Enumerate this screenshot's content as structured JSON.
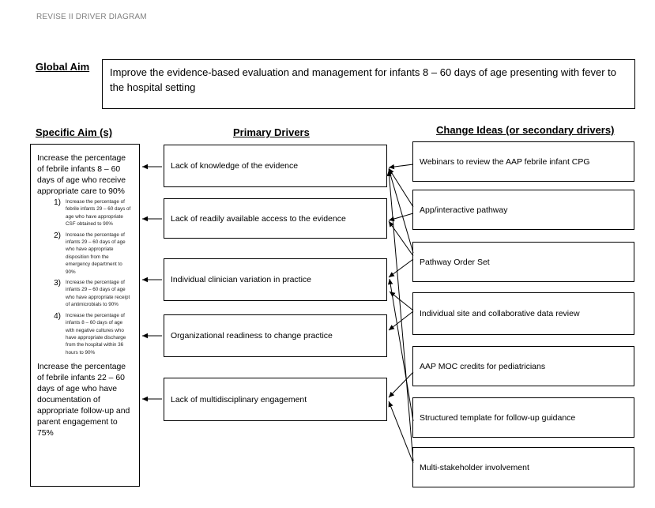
{
  "header": {
    "label": "REVISE II DRIVER DIAGRAM"
  },
  "global_aim": {
    "heading": "Global Aim",
    "text": "Improve the evidence-based evaluation and management for infants 8 – 60 days of age presenting with fever to the hospital setting"
  },
  "specific_aims": {
    "heading": "Specific Aim (s)",
    "main_aim": "Increase the percentage of febrile infants 8 – 60 days of age who receive appropriate care to 90%",
    "sub_aims": [
      {
        "num": "1)",
        "text": "Increase the percentage of febrile infants 29 – 60 days of age who have appropriate CSF obtained to 90%"
      },
      {
        "num": "2)",
        "text": "Increase the percentage of infants 29 – 60 days of age who have appropriate disposition from the emergency department to 90%"
      },
      {
        "num": "3)",
        "text": "Increase the percentage of infants  29 – 60 days of age who have appropriate receipt of antimicrobials to 90%"
      },
      {
        "num": "4)",
        "text": "Increase the percentage of infants  8 – 60 days of age with negative cultures who have appropriate discharge from the hospital within 36 hours to 90%"
      }
    ],
    "second_aim": "Increase the percentage of febrile infants 22 – 60 days of age who have documentation of appropriate follow-up and parent engagement to 75%"
  },
  "primary_drivers": {
    "heading": "Primary Drivers",
    "items": [
      "Lack of knowledge of the evidence",
      "Lack of readily available access to the evidence",
      "Individual clinician variation in practice",
      "Organizational readiness to change practice",
      "Lack of multidisciplinary engagement"
    ]
  },
  "change_ideas": {
    "heading": "Change Ideas (or secondary drivers)",
    "items": [
      "Webinars to review the AAP febrile infant CPG",
      "App/interactive pathway",
      "Pathway Order Set",
      "Individual site and collaborative data review",
      "AAP MOC credits for pediatricians",
      "Structured template for follow-up guidance",
      "Multi-stakeholder involvement"
    ]
  },
  "colors": {
    "line": "#000000",
    "header_text": "#7f7f7f"
  }
}
